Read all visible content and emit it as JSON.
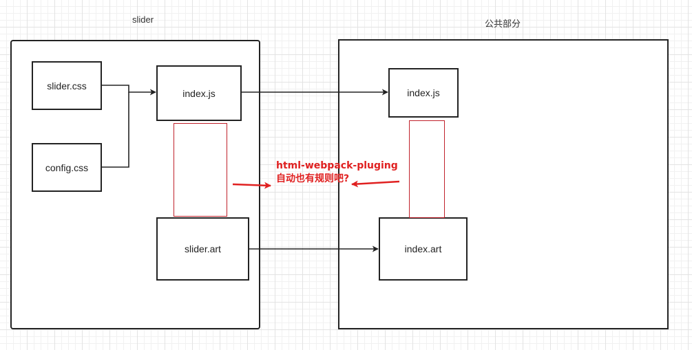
{
  "groups": {
    "left_title": "slider",
    "right_title": "公共部分"
  },
  "nodes": {
    "slider_css": "slider.css",
    "config_css": "config.css",
    "left_index_js": "index.js",
    "slider_art": "slider.art",
    "right_index_js": "index.js",
    "index_art": "index.art"
  },
  "annotation": {
    "line1": "html-webpack-pluging",
    "line2": "自动也有规则吧?"
  },
  "colors": {
    "node_border": "#222222",
    "connector": "#222222",
    "highlight": "#c0202a",
    "annotation": "#e02020",
    "grid": "#e3e3e3"
  }
}
